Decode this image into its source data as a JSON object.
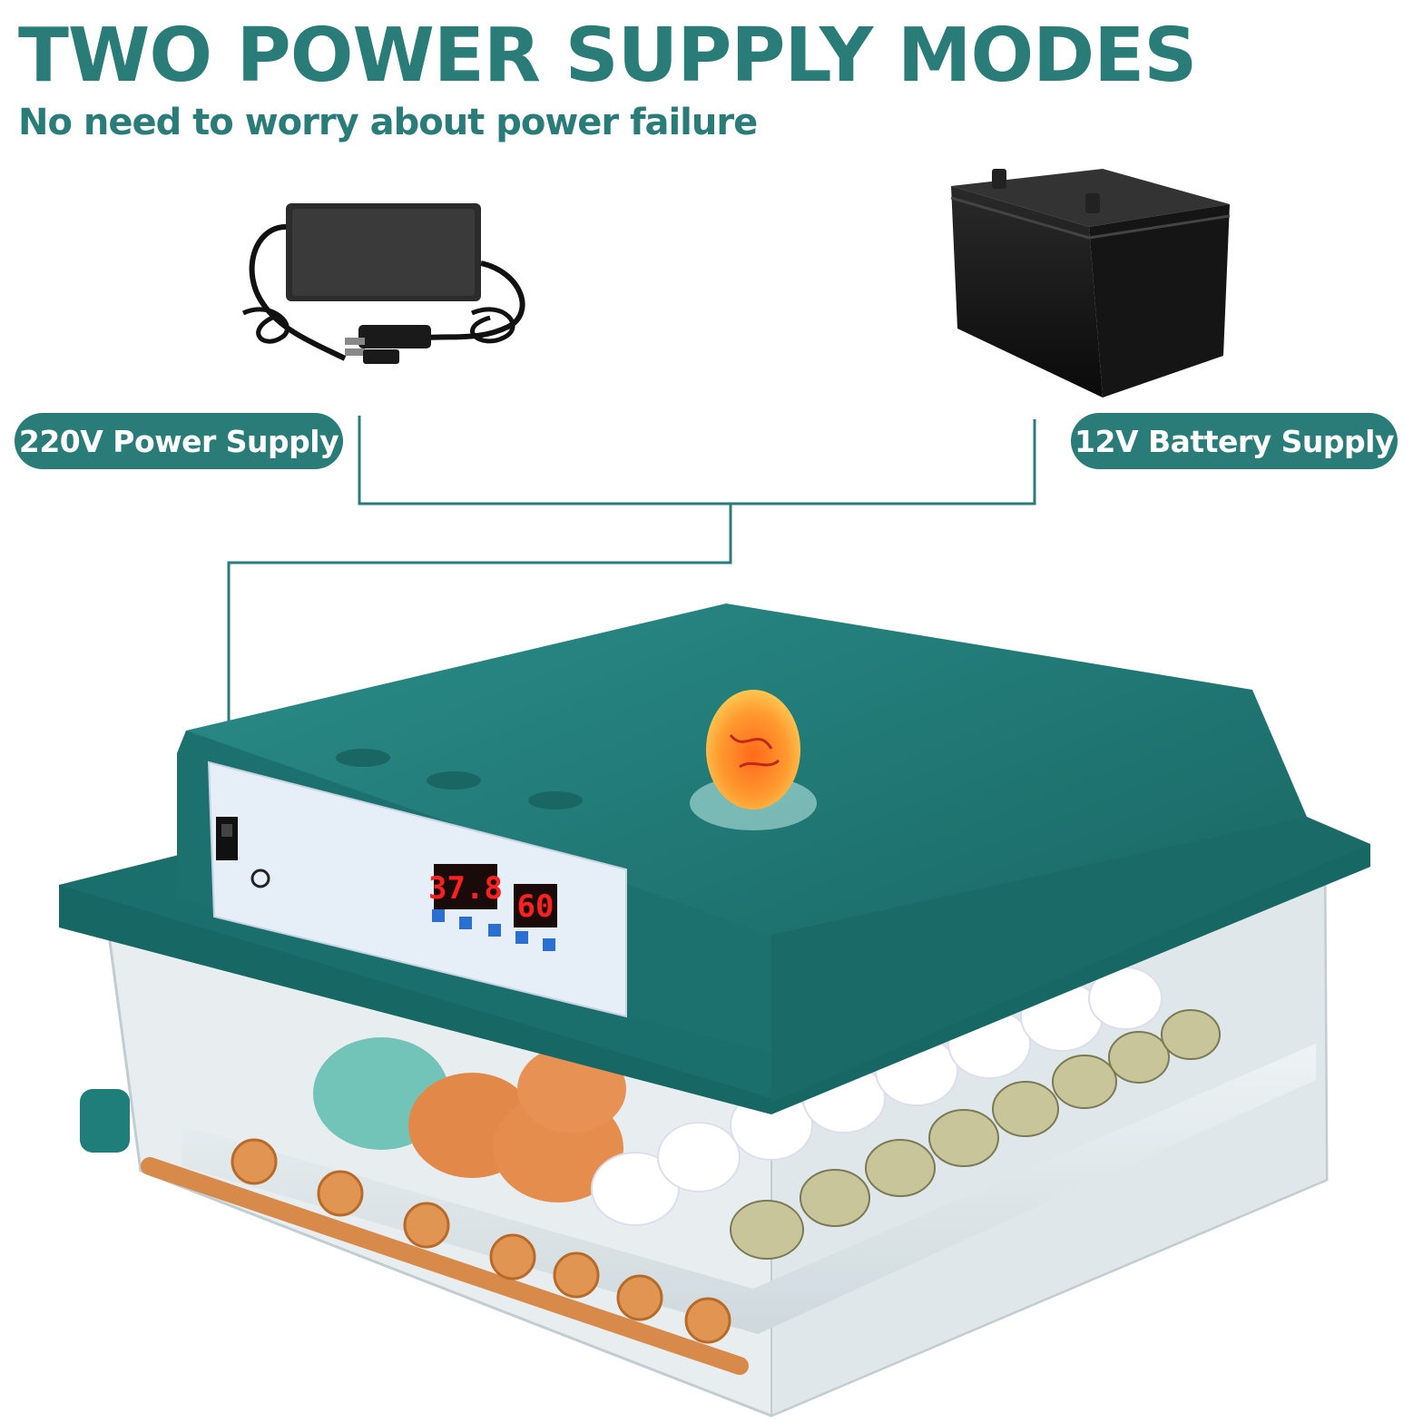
{
  "heading": {
    "title": "TWO POWER SUPPLY MODES",
    "subtitle": "No need to worry about power failure"
  },
  "labels": {
    "ac_supply": "220V Power Supply",
    "battery_supply": "12V Battery Supply"
  },
  "display": {
    "temperature": "37.8",
    "humidity": "60"
  },
  "colors": {
    "brand_teal": "#2a7c78",
    "lid_teal": "#1f7d7a",
    "led_red": "#ff2020"
  },
  "icons": [
    "ac-adapter-icon",
    "car-battery-icon",
    "incubator-illustration",
    "glowing-egg-icon"
  ]
}
